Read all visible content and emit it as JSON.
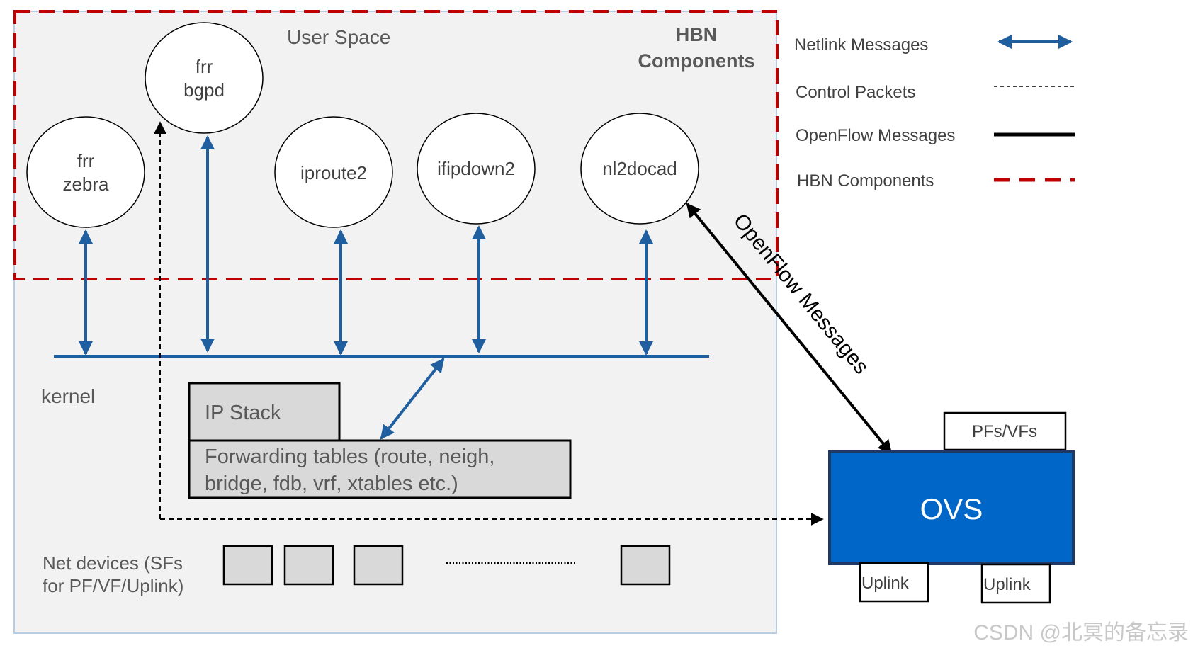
{
  "regions": {
    "user_space_label": "User Space",
    "hbn_label_line1": "HBN",
    "hbn_label_line2": "Components",
    "kernel_label": "kernel",
    "net_devices_line1": "Net devices (SFs",
    "net_devices_line2": "for PF/VF/Uplink)"
  },
  "processes": {
    "frr_bgpd_line1": "frr",
    "frr_bgpd_line2": "bgpd",
    "frr_zebra_line1": "frr",
    "frr_zebra_line2": "zebra",
    "iproute2": "iproute2",
    "ifipdown2": "ifipdown2",
    "nl2docad": "nl2docad"
  },
  "kernel": {
    "ip_stack": "IP Stack",
    "forwarding_line1": "Forwarding tables (route, neigh,",
    "forwarding_line2": "bridge, fdb, vrf, xtables etc.)"
  },
  "ovs": {
    "label": "OVS",
    "pfs_vfs": "PFs/VFs",
    "uplink_1": "Uplink",
    "uplink_2": "Uplink"
  },
  "openflow_link_label": "OpenFlow Messages",
  "legend": {
    "netlink": "Netlink Messages",
    "control": "Control Packets",
    "openflow": "OpenFlow Messages",
    "hbn": "HBN Components"
  },
  "watermark": "CSDN @北冥的备忘录",
  "colors": {
    "netlink_blue": "#1f5fa0",
    "hbn_red": "#c00000",
    "ovs_blue": "#0066c8",
    "panel_gray": "#f2f2f2",
    "box_gray": "#d9d9d9"
  }
}
